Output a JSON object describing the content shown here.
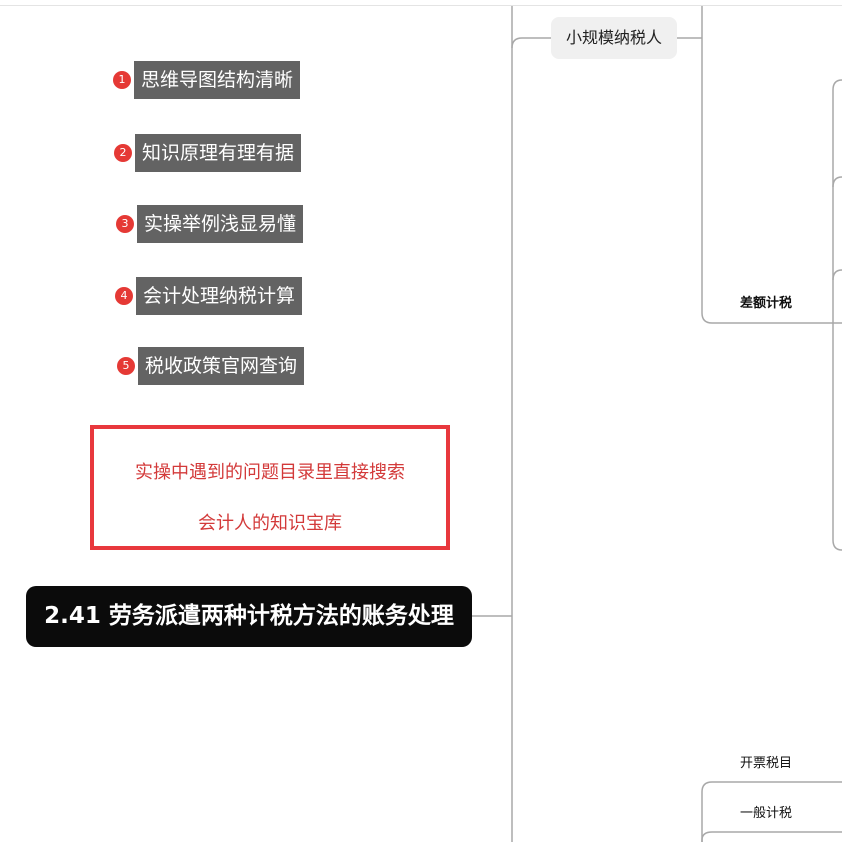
{
  "features": [
    {
      "num": "1",
      "text": "思维导图结构清晰"
    },
    {
      "num": "2",
      "text": "知识原理有理有据"
    },
    {
      "num": "3",
      "text": "实操举例浅显易懂"
    },
    {
      "num": "4",
      "text": "会计处理纳税计算"
    },
    {
      "num": "5",
      "text": "税收政策官网查询"
    }
  ],
  "promo": {
    "line1": "实操中遇到的问题目录里直接搜索",
    "line2": "会计人的知识宝库"
  },
  "root_title": "2.41 劳务派遣两种计税方法的账务处理",
  "branches": {
    "small_taxpayer": "小规模纳税人",
    "differential_tax": "差额计税",
    "invoice_item": "开票税目",
    "general_tax": "一般计税"
  },
  "colors": {
    "badge": "#e53935",
    "tag_bg": "#636363",
    "promo_border": "#e8383d",
    "promo_text": "#d33a3a",
    "root_bg": "#0b0b0b",
    "connector": "#a8a8a8"
  }
}
